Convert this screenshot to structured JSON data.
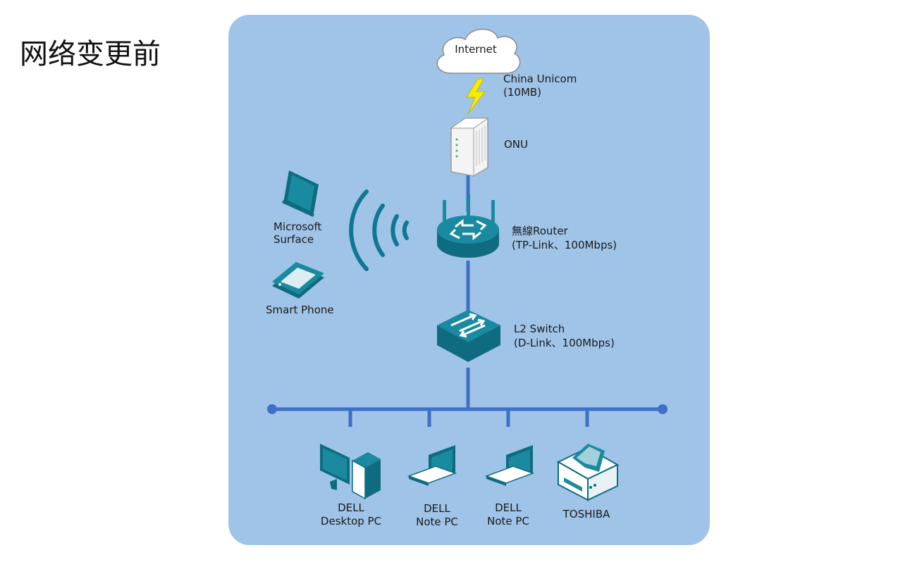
{
  "page": {
    "title": "网络变更前"
  },
  "diagram": {
    "internet": "Internet",
    "isp": {
      "line1": "China Unicom",
      "line2": "(10MB)"
    },
    "onu": "ONU",
    "router": {
      "line1": "無線Router",
      "line2": "(TP-Link、100Mbps)"
    },
    "switch": {
      "line1": "L2 Switch",
      "line2": "(D-Link、100Mbps)"
    },
    "surface": {
      "line1": "Microsoft",
      "line2": "Surface"
    },
    "phone": "Smart Phone",
    "desktop": {
      "line1": "DELL",
      "line2": "Desktop PC"
    },
    "note1": {
      "line1": "DELL",
      "line2": "Note PC"
    },
    "note2": {
      "line1": "DELL",
      "line2": "Note PC"
    },
    "printer": "TOSHIBA"
  },
  "colors": {
    "panel": "#9fc4e8",
    "line": "#3f6fc6",
    "device": "#1a8aa1",
    "device_dark": "#0f6b80",
    "bolt": "#f5ee00"
  }
}
